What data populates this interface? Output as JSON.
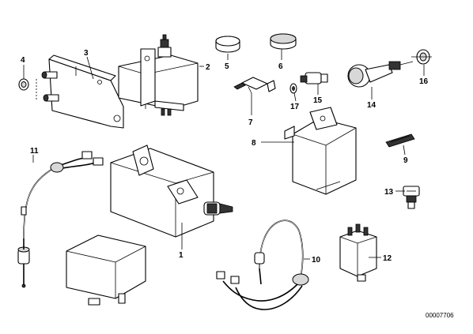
{
  "diagram": {
    "callouts": {
      "c1": "1",
      "c2": "2",
      "c3": "3",
      "c4": "4",
      "c5": "5",
      "c6": "6",
      "c7": "7",
      "c8": "8",
      "c9": "9",
      "c10": "10",
      "c11": "11",
      "c12": "12",
      "c13": "13",
      "c14": "14",
      "c15": "15",
      "c16": "16",
      "c17": "17"
    },
    "document_number": "00007706"
  }
}
